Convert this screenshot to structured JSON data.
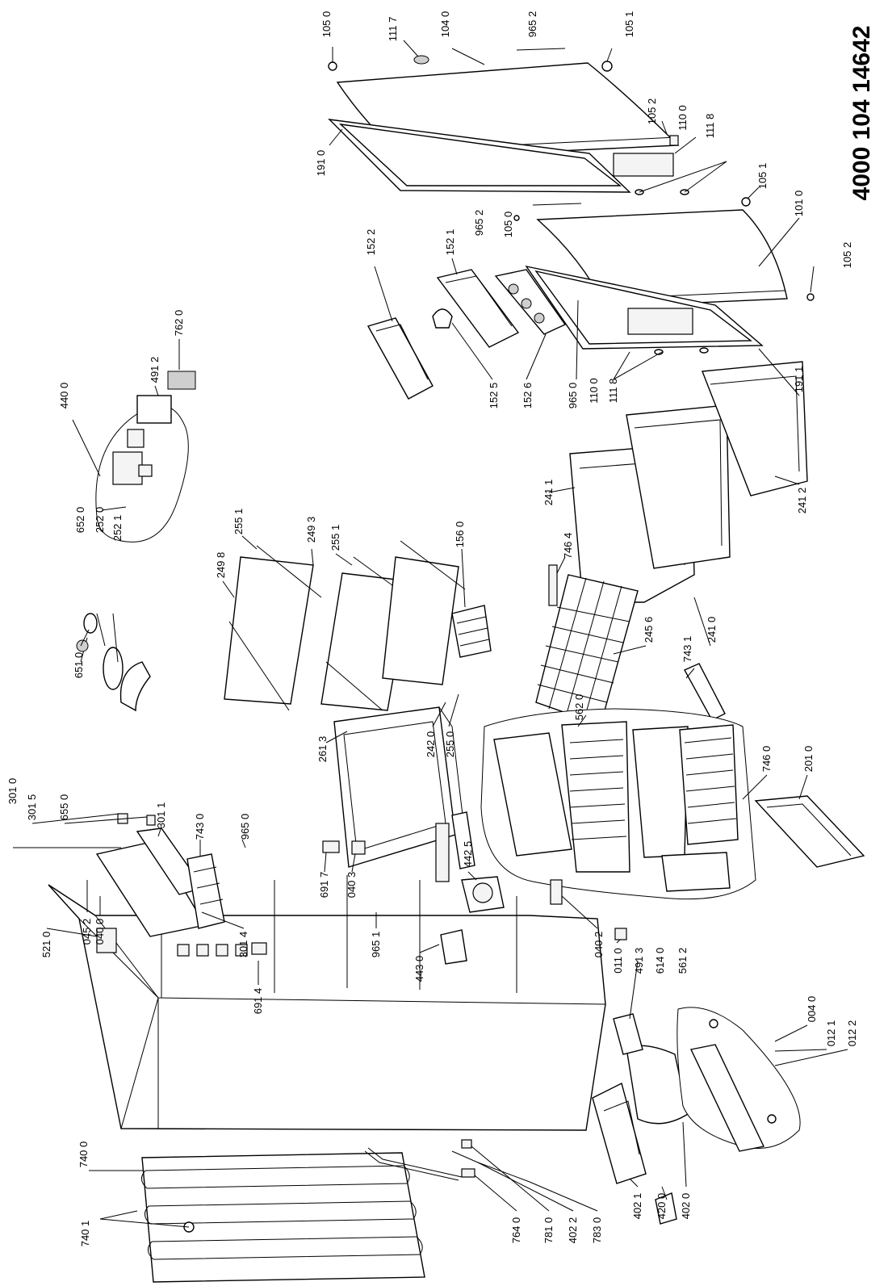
{
  "document_number": "4000 104 14642",
  "part_labels": [
    {
      "id": "p1050a",
      "text": "105 0"
    },
    {
      "id": "p1117",
      "text": "111 7"
    },
    {
      "id": "p1040",
      "text": "104 0"
    },
    {
      "id": "p9652a",
      "text": "965 2"
    },
    {
      "id": "p1051a",
      "text": "105 1"
    },
    {
      "id": "p1052a",
      "text": "105 2"
    },
    {
      "id": "p1100a",
      "text": "110 0"
    },
    {
      "id": "p1118a",
      "text": "111 8"
    },
    {
      "id": "p1910",
      "text": "191 0"
    },
    {
      "id": "p1051b",
      "text": "105 1"
    },
    {
      "id": "p9652b",
      "text": "965 2"
    },
    {
      "id": "p1050b",
      "text": "105 0"
    },
    {
      "id": "p1010",
      "text": "101 0"
    },
    {
      "id": "p1052b",
      "text": "105 2"
    },
    {
      "id": "p1522",
      "text": "152 2"
    },
    {
      "id": "p1521",
      "text": "152 1"
    },
    {
      "id": "p7620",
      "text": "762 0"
    },
    {
      "id": "p4912a",
      "text": "491 2"
    },
    {
      "id": "p4400",
      "text": "440 0"
    },
    {
      "id": "p1525",
      "text": "152 5"
    },
    {
      "id": "p1526",
      "text": "152 6"
    },
    {
      "id": "p9650a",
      "text": "965 0"
    },
    {
      "id": "p1100b",
      "text": "110 0"
    },
    {
      "id": "p1118b",
      "text": "111 8"
    },
    {
      "id": "p1911",
      "text": "191 1"
    },
    {
      "id": "p2551a",
      "text": "255 1"
    },
    {
      "id": "p2493",
      "text": "249 3"
    },
    {
      "id": "p2551b",
      "text": "255 1"
    },
    {
      "id": "p1560",
      "text": "156 0"
    },
    {
      "id": "p2498",
      "text": "249 8"
    },
    {
      "id": "p2411",
      "text": "241 1"
    },
    {
      "id": "p2412",
      "text": "241 2"
    },
    {
      "id": "p7464",
      "text": "746 4"
    },
    {
      "id": "p2456",
      "text": "245 6"
    },
    {
      "id": "p7431",
      "text": "743 1"
    },
    {
      "id": "p2410",
      "text": "241 0"
    },
    {
      "id": "p6520",
      "text": "652 0"
    },
    {
      "id": "p2520",
      "text": "252 0"
    },
    {
      "id": "p2521",
      "text": "252 1"
    },
    {
      "id": "p6510",
      "text": "651 0"
    },
    {
      "id": "p2613",
      "text": "261 3"
    },
    {
      "id": "p2420",
      "text": "242 0"
    },
    {
      "id": "p2550",
      "text": "255 0"
    },
    {
      "id": "p5620",
      "text": "562 0"
    },
    {
      "id": "p3010",
      "text": "301 0"
    },
    {
      "id": "p3015",
      "text": "301 5"
    },
    {
      "id": "p6550",
      "text": "655 0"
    },
    {
      "id": "p3011",
      "text": "301 1"
    },
    {
      "id": "p7430",
      "text": "743 0"
    },
    {
      "id": "p9650b",
      "text": "965 0"
    },
    {
      "id": "p7460",
      "text": "746 0"
    },
    {
      "id": "p2010",
      "text": "201 0"
    },
    {
      "id": "p6917",
      "text": "691 7"
    },
    {
      "id": "p0403",
      "text": "040 3"
    },
    {
      "id": "p4425",
      "text": "442 5"
    },
    {
      "id": "p0452",
      "text": "045 2"
    },
    {
      "id": "p0400",
      "text": "040 0"
    },
    {
      "id": "p5210",
      "text": "521 0"
    },
    {
      "id": "p3014",
      "text": "301 4"
    },
    {
      "id": "p9651",
      "text": "965 1"
    },
    {
      "id": "p4430",
      "text": "443 0"
    },
    {
      "id": "p0402",
      "text": "040 2"
    },
    {
      "id": "p0110",
      "text": "011 0"
    },
    {
      "id": "p4913",
      "text": "491 3"
    },
    {
      "id": "p6140",
      "text": "614 0"
    },
    {
      "id": "p5612",
      "text": "561 2"
    },
    {
      "id": "p6914",
      "text": "691 4"
    },
    {
      "id": "p0040",
      "text": "004 0"
    },
    {
      "id": "p0121",
      "text": "012 1"
    },
    {
      "id": "p0122",
      "text": "012 2"
    },
    {
      "id": "p7400",
      "text": "740 0"
    },
    {
      "id": "p7401",
      "text": "740 1"
    },
    {
      "id": "p7640",
      "text": "764 0"
    },
    {
      "id": "p7810",
      "text": "781 0"
    },
    {
      "id": "p4022",
      "text": "402 2"
    },
    {
      "id": "p7830",
      "text": "783 0"
    },
    {
      "id": "p4021",
      "text": "402 1"
    },
    {
      "id": "p4200",
      "text": "420 0"
    },
    {
      "id": "p4020",
      "text": "402 0"
    }
  ]
}
